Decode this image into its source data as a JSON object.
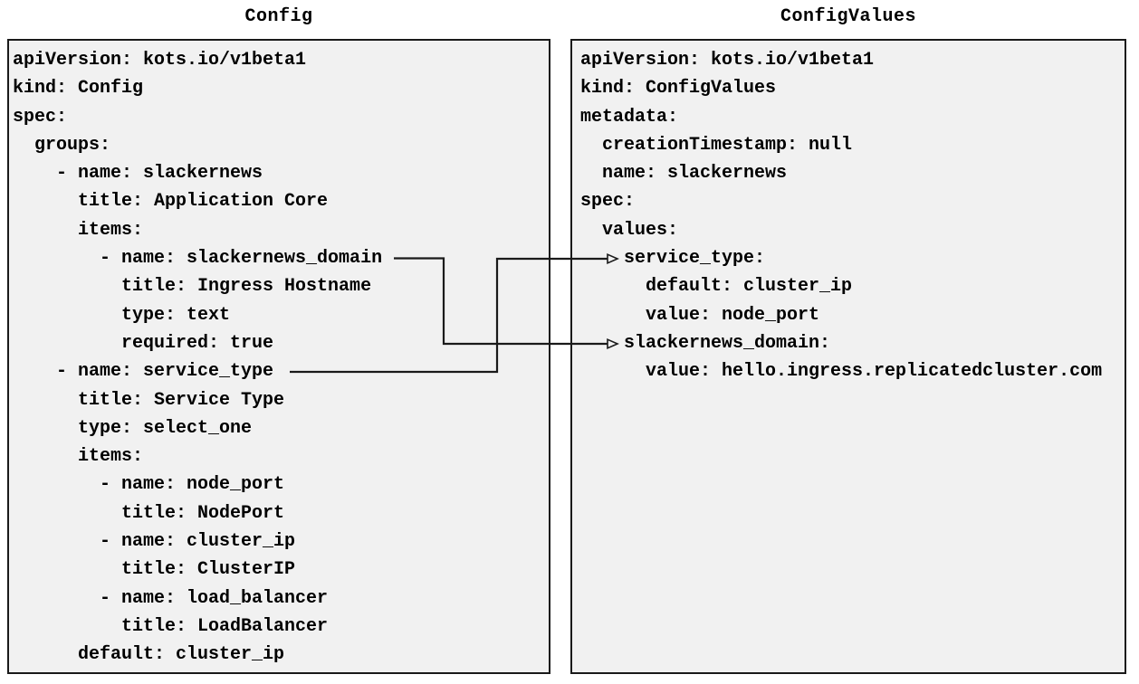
{
  "left_panel": {
    "title": "Config",
    "lines": [
      "apiVersion: kots.io/v1beta1",
      "kind: Config",
      "spec:",
      "  groups:",
      "    - name: slackernews",
      "      title: Application Core",
      "      items:",
      "        - name: slackernews_domain",
      "          title: Ingress Hostname",
      "          type: text",
      "          required: true",
      "    - name: service_type",
      "      title: Service Type",
      "      type: select_one",
      "      items:",
      "        - name: node_port",
      "          title: NodePort",
      "        - name: cluster_ip",
      "          title: ClusterIP",
      "        - name: load_balancer",
      "          title: LoadBalancer",
      "      default: cluster_ip"
    ]
  },
  "right_panel": {
    "title": "ConfigValues",
    "lines": [
      "apiVersion: kots.io/v1beta1",
      "kind: ConfigValues",
      "metadata:",
      "  creationTimestamp: null",
      "  name: slackernews",
      "spec:",
      "  values:",
      "    service_type:",
      "      default: cluster_ip",
      "      value: node_port",
      "    slackernews_domain:",
      "      value: hello.ingress.replicatedcluster.com"
    ]
  },
  "arrows": [
    {
      "from": "slackernews_domain (Config item)",
      "to": "slackernews_domain (ConfigValues value)"
    },
    {
      "from": "service_type (Config item)",
      "to": "service_type (ConfigValues value)"
    }
  ],
  "colors": {
    "page_bg": "#ffffff",
    "panel_bg": "#f1f1f1",
    "border": "#1a1a1a",
    "text": "#000000",
    "arrow": "#1a1a1a"
  }
}
